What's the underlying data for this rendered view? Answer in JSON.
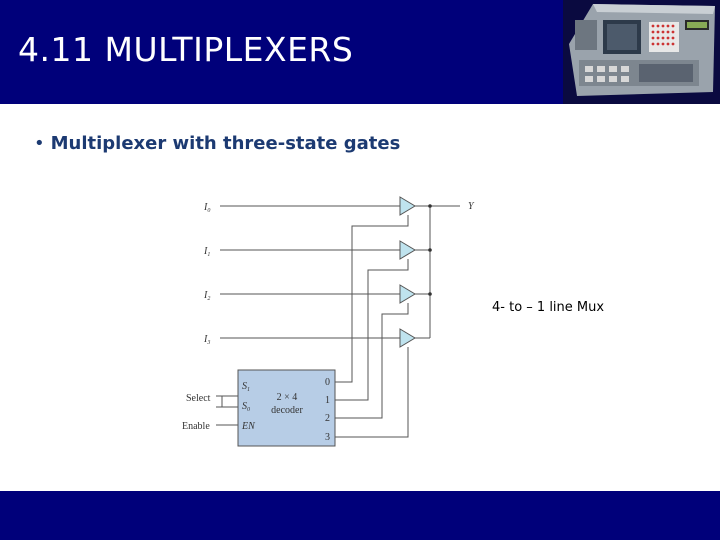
{
  "header": {
    "title": "4.11 MULTIPLEXERS"
  },
  "content": {
    "bullet_text": "Multiplexer with three-state gates",
    "caption": "4- to – 1 line Mux"
  },
  "diagram": {
    "inputs": [
      {
        "label": "I",
        "sub": "0"
      },
      {
        "label": "I",
        "sub": "1"
      },
      {
        "label": "I",
        "sub": "2"
      },
      {
        "label": "I",
        "sub": "3"
      }
    ],
    "output_label": "Y",
    "select_label": "Select",
    "enable_label": "Enable",
    "decoder_label_line1": "2 × 4",
    "decoder_label_line2": "decoder",
    "decoder_inputs": [
      {
        "label": "S",
        "sub": "1"
      },
      {
        "label": "S",
        "sub": "0"
      },
      {
        "label": "EN",
        "sub": ""
      }
    ],
    "decoder_outputs": [
      "0",
      "1",
      "2",
      "3"
    ]
  },
  "colors": {
    "header_bg": "#00007a",
    "decoder_fill": "#b7cde6",
    "buffer_fill": "#bfe3ee"
  }
}
